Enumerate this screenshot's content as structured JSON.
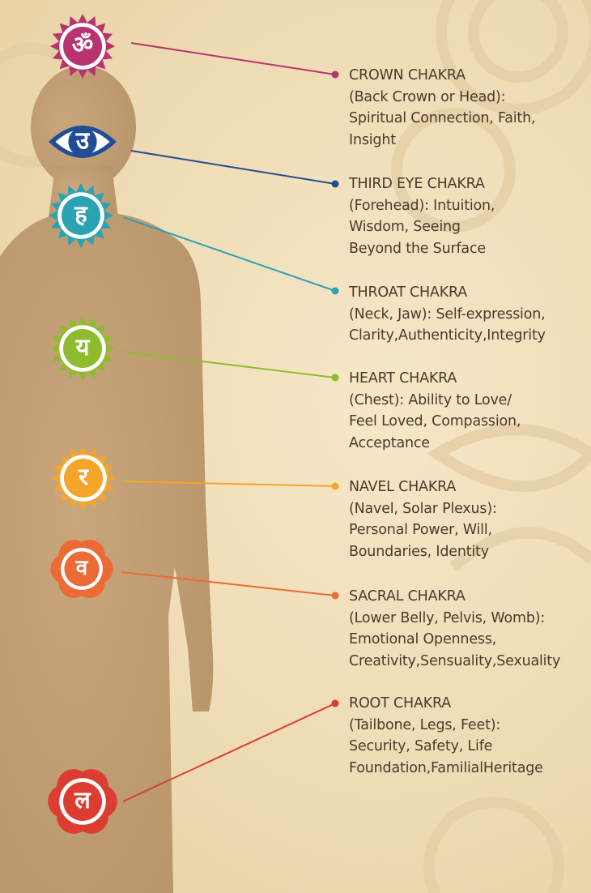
{
  "chakras": [
    {
      "title": "CROWN CHAKRA",
      "description": "(Back Crown or Head):\nSpiritual Connection, Faith,\nInsight",
      "symbol": "ॐ",
      "color": "#b8336f",
      "shape": "sun"
    },
    {
      "title": "THIRD EYE CHAKRA",
      "description": "(Forehead): Intuition,\nWisdom, Seeing\nBeyond the Surface",
      "symbol": "उ",
      "color": "#1f4e96",
      "shape": "eye"
    },
    {
      "title": "THROAT CHAKRA",
      "description": "(Neck, Jaw): Self-expression,\nClarity,Authenticity,Integrity",
      "symbol": "ह",
      "color": "#2aa3b5",
      "shape": "sun"
    },
    {
      "title": "HEART CHAKRA",
      "description": "(Chest): Ability to Love/\nFeel Loved, Compassion,\nAcceptance",
      "symbol": "य",
      "color": "#8dbd2e",
      "shape": "sun"
    },
    {
      "title": "NAVEL CHAKRA",
      "description": "(Navel, Solar Plexus):\nPersonal Power, Will,\nBoundaries, Identity",
      "symbol": "र",
      "color": "#f4a52a",
      "shape": "sun"
    },
    {
      "title": "SACRAL CHAKRA",
      "description": "(Lower Belly, Pelvis, Womb):\nEmotional Openness,\nCreativity,Sensuality,Sexuality",
      "symbol": "व",
      "color": "#ec6a34",
      "shape": "lotus"
    },
    {
      "title": "ROOT CHAKRA",
      "description": "(Tailbone, Legs, Feet):\nSecurity, Safety, Life\nFoundation,FamilialHeritage",
      "symbol": "ल",
      "color": "#dc3d30",
      "shape": "lotus"
    }
  ],
  "colors": {
    "body": "#c4a077",
    "background": "#f2e2c0",
    "text": "#4a3a2c"
  }
}
